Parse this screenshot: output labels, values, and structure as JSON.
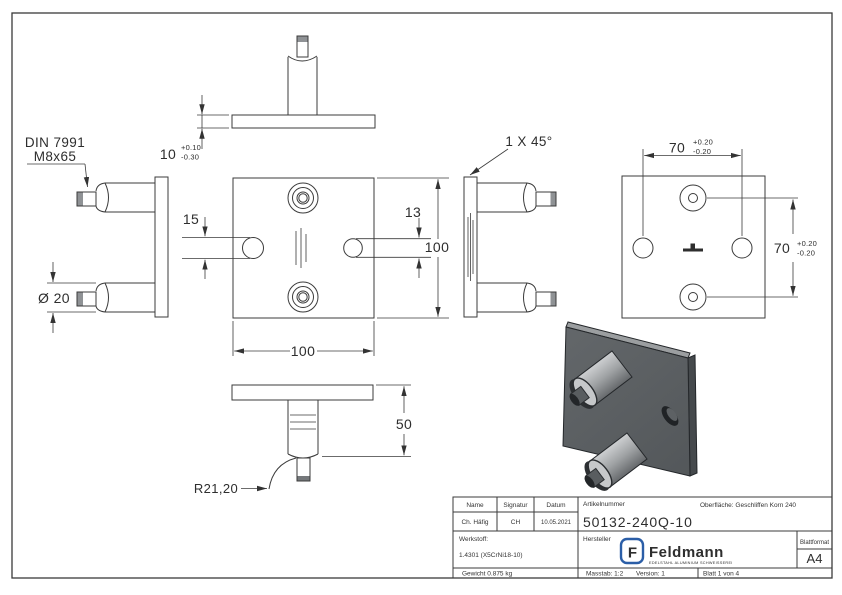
{
  "annotations": {
    "din1": "DIN 7991",
    "din2": "M8x65",
    "chamfer": "1 X 45°",
    "radius": "R21,20",
    "stud_diameter": "Ø 20"
  },
  "dimensions": {
    "plate_thickness": {
      "value": "10",
      "tol_plus": "+0.10",
      "tol_minus": "-0.30"
    },
    "hole_left_diameter": "15",
    "hole_right_diameter": "13",
    "plate_height": "100",
    "plate_width": "100",
    "stud_length": "50",
    "hole_spacing_horizontal": {
      "value": "70",
      "tol_plus": "+0.20",
      "tol_minus": "-0.20"
    },
    "hole_spacing_vertical": {
      "value": "70",
      "tol_plus": "+0.20",
      "tol_minus": "-0.20"
    }
  },
  "title_block": {
    "name_label": "Name",
    "signatur_label": "Signatur",
    "datum_label": "Datum",
    "name_value": "Ch. Häfig",
    "signatur_value": "CH",
    "datum_value": "10.05.2021",
    "artikelnummer_label": "Artikelnummer",
    "artikelnummer_value": "50132-240Q-10",
    "oberflaeche": "Oberfläche:  Geschliffen Korn 240",
    "werkstoff_label": "Werkstoff:",
    "werkstoff_value": "1.4301 (X5CrNi18-10)",
    "hersteller_label": "Hersteller",
    "brand": {
      "initial": "F",
      "name": "Feldmann",
      "tagline": "EDELSTAHL ALUMINIUM SCHWEISSEREI",
      "color": "#2b5ea7"
    },
    "blattformat_label": "Blattformat",
    "blattformat_value": "A4",
    "gewicht": "Gewicht 0.875 kg",
    "masstab": "Masstab: 1:2",
    "version": "Version: 1",
    "blatt": "Blatt 1 von 4"
  }
}
